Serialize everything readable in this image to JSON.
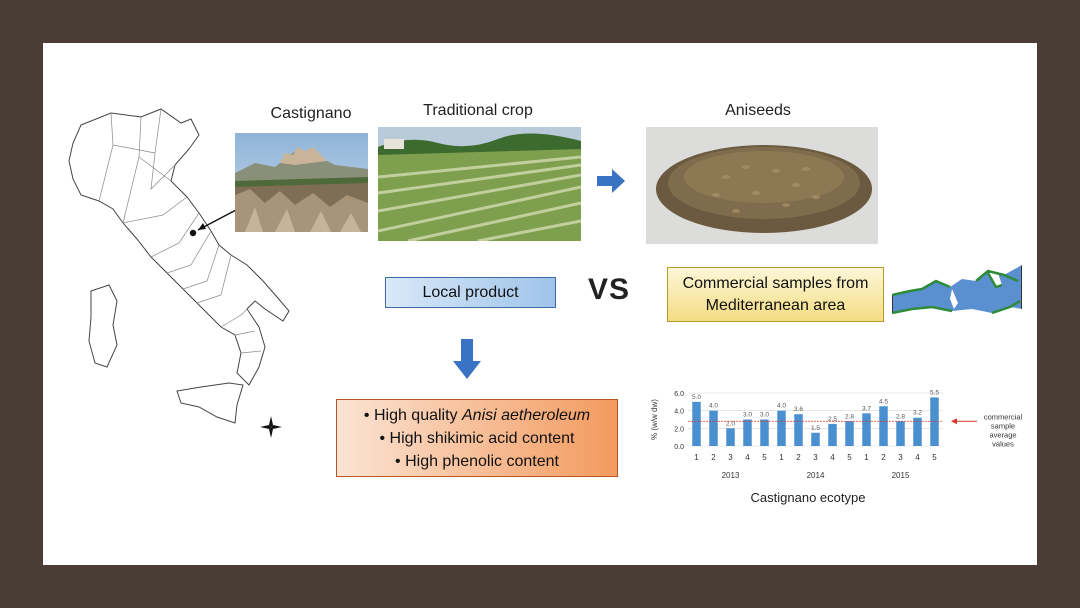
{
  "labels": {
    "castignano": "Castignano",
    "traditional_crop": "Traditional crop",
    "aniseeds": "Aniseeds",
    "local_product": "Local product",
    "vs": "VS",
    "commercial_line1": "Commercial samples from",
    "commercial_line2": "Mediterranean area"
  },
  "benefits": {
    "item1_prefix": "High quality ",
    "item1_italic": "Anisi aetheroleum",
    "item2": "High shikimic acid content",
    "item3": "High phenolic content"
  },
  "colors": {
    "bar": "#4a90d0",
    "ref_line": "#d63a2a",
    "arrow": "#3a72c4"
  },
  "chart_data": {
    "type": "bar",
    "ylabel": "% (w/w dw)",
    "xlabel": "Castignano ecotype",
    "ylim": [
      0,
      6.0
    ],
    "yticks": [
      "0.0",
      "2.0",
      "4.0",
      "6.0"
    ],
    "categories": [
      "1",
      "2",
      "3",
      "4",
      "5",
      "1",
      "2",
      "3",
      "4",
      "5",
      "1",
      "2",
      "3",
      "4",
      "5"
    ],
    "groups": [
      "2013",
      "2014",
      "2015"
    ],
    "values": [
      5.0,
      4.0,
      2.0,
      3.0,
      3.0,
      4.0,
      3.6,
      1.5,
      2.5,
      2.8,
      3.7,
      4.5,
      2.8,
      3.2,
      5.5
    ],
    "value_labels": [
      "5.0",
      "4.0",
      "2.0",
      "3.0",
      "3.0",
      "4.0",
      "3.6",
      "1.5",
      "2.5",
      "2.8",
      "3.7",
      "4.5",
      "2.8",
      "3.2",
      "5.5"
    ],
    "reference_value": 2.8,
    "annotation": [
      "commercial",
      "sample",
      "average",
      "values"
    ]
  }
}
